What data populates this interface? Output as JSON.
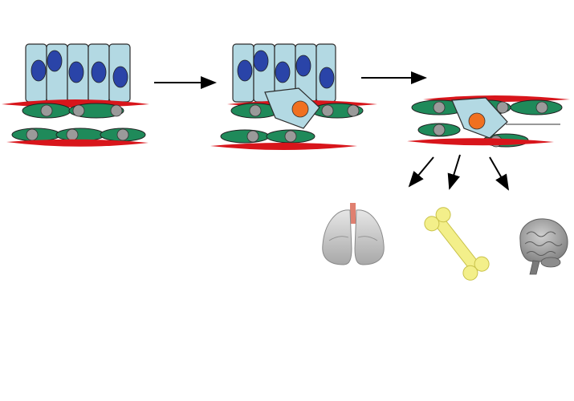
{
  "diagram": {
    "panels": [
      {
        "id": "panel-1",
        "epithelial_cells": 5,
        "has_invading_cell": false
      },
      {
        "id": "panel-2",
        "epithelial_cells": 5,
        "has_invading_cell": true
      },
      {
        "id": "panel-3",
        "epithelial_cells": 0,
        "has_invading_cell": true
      }
    ],
    "targets": [
      "lungs-icon",
      "bone-icon",
      "brain-icon"
    ],
    "colors": {
      "epithelial_cell": "#b3d9e3",
      "epithelial_nucleus": "#2a44a8",
      "membrane": "#d8151b",
      "endothelial_cell": "#1f8a5a",
      "endothelial_nucleus": "#9a9a9a",
      "invading_cell": "#b3d9e3",
      "invading_nucleus": "#f07020",
      "bone": "#f3ef8a",
      "brain": "#9b9b9b",
      "lungs": "#c7c7c7",
      "trachea": "#e08070",
      "arrow": "#000000"
    }
  }
}
